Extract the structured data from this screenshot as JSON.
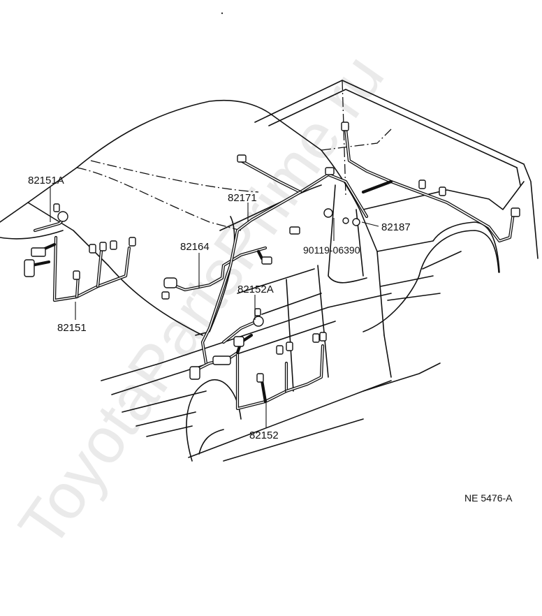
{
  "diagram": {
    "parts": [
      {
        "id": "82151A",
        "label": "82151A"
      },
      {
        "id": "82151",
        "label": "82151"
      },
      {
        "id": "82164",
        "label": "82164"
      },
      {
        "id": "82171",
        "label": "82171"
      },
      {
        "id": "82152A",
        "label": "82152A"
      },
      {
        "id": "82152",
        "label": "82152"
      },
      {
        "id": "82187",
        "label": "82187"
      },
      {
        "id": "90119-06390",
        "label": "90119-06390"
      }
    ],
    "reference_code": "NE  5476-A",
    "watermark": "ToyotaPartsPrime.ru"
  }
}
